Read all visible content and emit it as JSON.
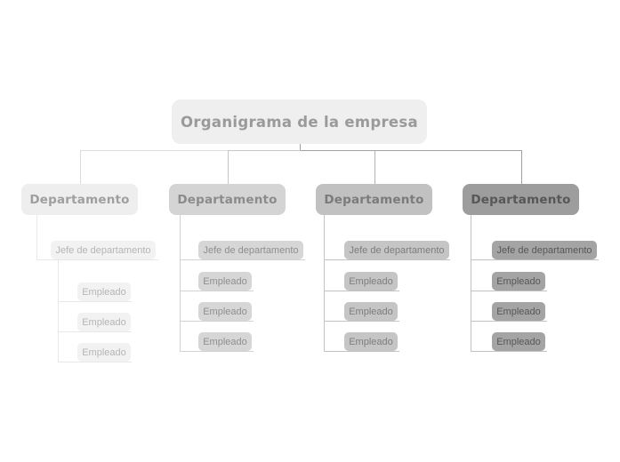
{
  "title_node": {
    "label": "Organigrama de la empresa",
    "colors": {
      "fill": "#efefef",
      "text": "#9a9a9a"
    }
  },
  "departments": [
    {
      "label": "Departamento",
      "colors": {
        "fill": "#eeeeee",
        "text": "#9f9f9f",
        "child_fill": "#f2f2f2",
        "child_text": "#b5b5b5",
        "line": "#e8e8e8",
        "top_line": "#dcdcdc"
      },
      "jefe": {
        "label": "Jefe de departamento",
        "empleados": [
          "Empleado",
          "Empleado",
          "Empleado"
        ]
      }
    },
    {
      "label": "Departamento",
      "colors": {
        "fill": "#d4d4d4",
        "text": "#8b8b8b",
        "child_fill": "#d6d6d6",
        "child_text": "#8f8f8f",
        "line": "#d2d2d2",
        "top_line": "#c6c6c6"
      },
      "jefe": {
        "label": "Jefe de departamento",
        "empleados": [
          "Empleado",
          "Empleado",
          "Empleado"
        ]
      }
    },
    {
      "label": "Departamento",
      "colors": {
        "fill": "#c1c1c1",
        "text": "#7b7b7b",
        "child_fill": "#c5c5c5",
        "child_text": "#7d7d7d",
        "line": "#c2c2c2",
        "top_line": "#b2b2b2"
      },
      "jefe": {
        "label": "Jefe de departamento",
        "empleados": [
          "Empleado",
          "Empleado",
          "Empleado"
        ]
      }
    },
    {
      "label": "Departamento",
      "colors": {
        "fill": "#9d9d9d",
        "text": "#575757",
        "child_fill": "#a4a4a4",
        "child_text": "#575757",
        "line": "#c2c2c2",
        "top_line": "#a0a0a0"
      },
      "jefe": {
        "label": "Jefe de departamento",
        "empleados": [
          "Empleado",
          "Empleado",
          "Empleado"
        ]
      }
    }
  ]
}
